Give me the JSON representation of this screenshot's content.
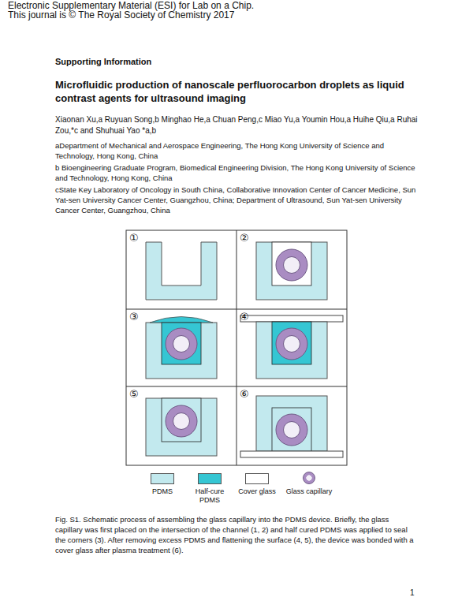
{
  "diagram": {
    "title": "Microfluidic production of nanoscale perfluorocarbon droplets as liquid contrast agents for ultrasound imaging",
    "caption": "Fig. S1. Schematic process of assembling the glass capillary into the PDMS device. Briefly, the glass capillary was first placed on the intersection of the channel (1, 2) and half cured PDMS was applied to seal the corners (3). After removing excess PDMS and flattening the surface (4, 5), the device was bonded with a cover glass after plasma treatment (6).",
    "labels": [
      "Electronic Supplementary Material (ESI) for Lab on a Chip.",
      "This journal is © The Royal Society of Chemistry 2017",
      "Supporting Information",
      "Xiaonan Xu,a Ruyuan Song,b Minghao He,a Chuan Peng,c Miao Yu,a Youmin Hou,a Huihe Qiu,a Ruhai Zou,*c and Shuhuai Yao *a,b",
      "aDepartment of Mechanical and Aerospace Engineering, The Hong Kong University of Science and Technology, Hong Kong, China",
      "b Bioengineering Graduate Program, Biomedical Engineering Division, The Hong Kong University of Science and Technology, Hong Kong, China",
      "cState Key Laboratory of Oncology in South China, Collaborative Innovation Center of Cancer Medicine, Sun Yat-sen University Cancer Center, Guangzhou, China; Department of Ultrasound, Sun Yat-sen University Cancer Center, Guangzhou, China",
      "①",
      "②",
      "③",
      "④",
      "⑤",
      "⑥",
      "1"
    ],
    "legend": [
      {
        "text": "PDMS",
        "color": "#c2e9ee"
      },
      {
        "text": "Half-cure PDMS",
        "color": "#35c6d3"
      },
      {
        "text": "Cover glass",
        "color": "#ffffff"
      },
      {
        "text": "Glass capillary"
      }
    ]
  }
}
